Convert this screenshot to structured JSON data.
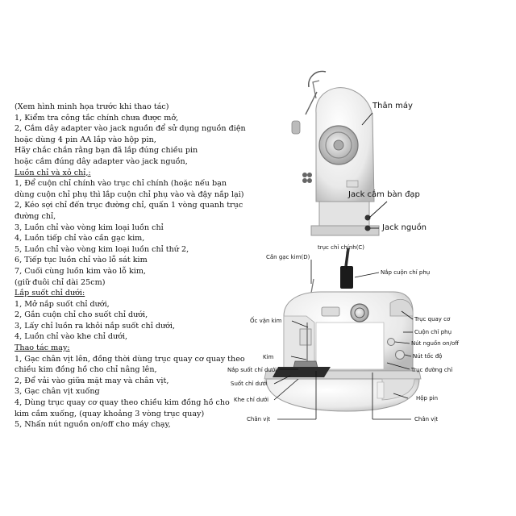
{
  "instructions": [
    {
      "text": "(Xem hình minh họa trước khi thao tác)",
      "heading": false
    },
    {
      "text": "1, Kiểm tra công tắc chính chưa được mở,",
      "heading": false
    },
    {
      "text": "2, Cắm dây adapter vào jack nguồn để sử dụng nguồn điện",
      "heading": false
    },
    {
      "text": "hoặc dùng 4 pin AA lắp vào hộp pin,",
      "heading": false
    },
    {
      "text": "Hãy chắc chắn rằng bạn đã lắp đúng chiều pin",
      "heading": false
    },
    {
      "text": "hoặc cắm đúng dây adapter vào jack nguồn,",
      "heading": false
    },
    {
      "text": "Luồn chỉ và xỏ chỉ,:",
      "heading": true
    },
    {
      "text": "1, Để cuộn chỉ chính vào trục chỉ chính (hoặc nếu bạn",
      "heading": false
    },
    {
      "text": "dùng cuộn chỉ phụ thì lắp cuộn chỉ phụ vào và đậy nắp lại)",
      "heading": false
    },
    {
      "text": "2, Kéo sợi chỉ đến trục đường chỉ, quấn 1 vòng quanh trục",
      "heading": false
    },
    {
      "text": "đường chỉ,",
      "heading": false
    },
    {
      "text": "3, Luồn chỉ vào vòng kim loại luồn chỉ",
      "heading": false
    },
    {
      "text": "4, Luồn tiếp chỉ vào cần gạc kim,",
      "heading": false
    },
    {
      "text": "5, Luồn chỉ  vào vòng kim loại luồn chỉ thứ 2,",
      "heading": false
    },
    {
      "text": "6, Tiếp tục luồn chỉ vào lỗ sát kim",
      "heading": false
    },
    {
      "text": "7, Cuối cùng luồn kim vào lỗ kim,",
      "heading": false
    },
    {
      "text": "(giữ đuôi chỉ dài 25cm)",
      "heading": false
    },
    {
      "text": "Lắp suốt chỉ dưới:",
      "heading": true
    },
    {
      "text": "1, Mở nắp suốt chỉ dưới,",
      "heading": false
    },
    {
      "text": "2, Gắn cuộn chỉ cho suốt chỉ dưới,",
      "heading": false
    },
    {
      "text": "3, Lấy chỉ luồn ra khỏi nắp suốt chỉ dưới,",
      "heading": false
    },
    {
      "text": "4, Luồn chỉ vào khe chỉ dưới,",
      "heading": false
    },
    {
      "text": "Thao tác may:",
      "heading": true
    },
    {
      "text": "1, Gạc chân vịt lên, đồng thời dùng trục quay cơ quay theo",
      "heading": false
    },
    {
      "text": "chiều kim đồng hồ cho chỉ nâng lên,",
      "heading": false
    },
    {
      "text": "2, Để vải vào giữa mặt may và chân vịt,",
      "heading": false
    },
    {
      "text": "3, Gạc chân vịt xuống",
      "heading": false
    },
    {
      "text": "4, Dùng trục quay cơ quay theo chiều kim đồng hồ cho",
      "heading": false
    },
    {
      "text": "kim cắm xuống, (quay khoảng 3 vòng trục quay)",
      "heading": false
    },
    {
      "text": "5, Nhấn nút nguồn on/off cho máy chạy,",
      "heading": false
    }
  ],
  "labels": {
    "than_may": "Thân máy",
    "jack_cam_ban_dap": "Jack cắm bàn đạp",
    "jack_nguon": "Jack nguồn",
    "truc_chi_chinh": "trục chỉ chính(C)",
    "can_gac_kim": "Cần gạc kim(D)",
    "nap_cuon_chi_phu": "Nắp cuộn chỉ phụ",
    "oc_van_kim": "Ốc vặn kim",
    "truc_quay_co": "Trục quay cơ",
    "cuon_chi_phu": "Cuộn chỉ phụ",
    "nut_nguon": "Nút nguồn on/off",
    "kim": "Kim",
    "nut_toc_do": "Nút tốc độ",
    "nap_suot_chi_duoi": "Nắp suốt chỉ dưới",
    "truc_duong_chi": "Trục đường chỉ",
    "suot_chi_duoi": "Suốt chỉ dưới",
    "khe_chi_duoi": "Khe chỉ dưới",
    "hop_pin": "Hộp pin",
    "chan_vit_left": "Chân vịt",
    "chan_vit_right": "Chân vịt"
  }
}
